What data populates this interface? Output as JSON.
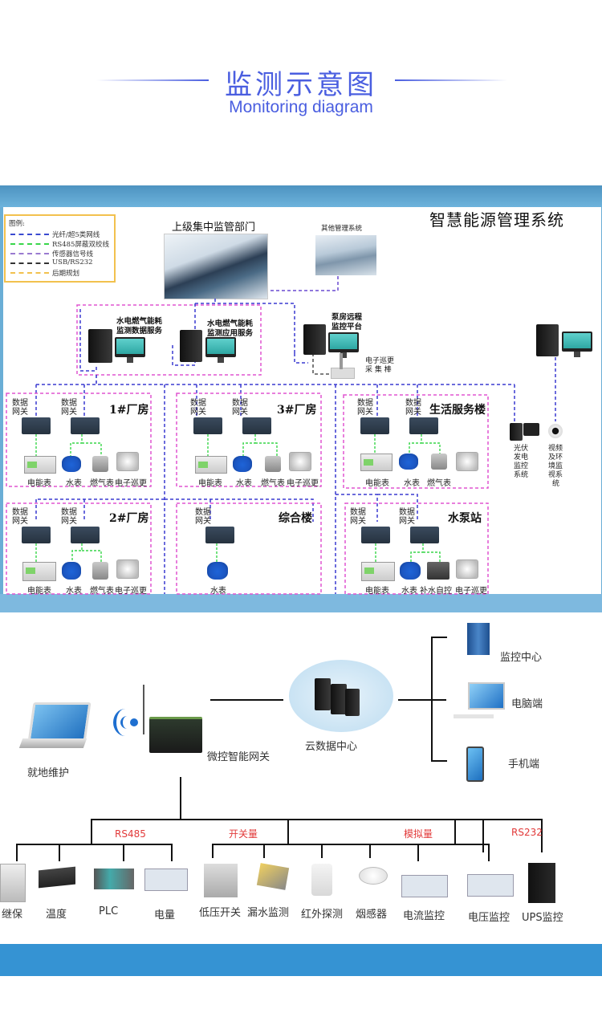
{
  "header": {
    "title": "监测示意图",
    "subtitle": "Monitoring diagram",
    "accent_color": "#4a5ee0"
  },
  "system_diagram": {
    "title": "智慧能源管理系统",
    "legend": {
      "title": "图例:",
      "items": [
        {
          "label": "光纤/超5类网线",
          "color": "#3a4ad0"
        },
        {
          "label": "RS485屏蔽双绞线",
          "color": "#39d64a"
        },
        {
          "label": "传感器信号线",
          "color": "#9a7ad0"
        },
        {
          "label": "USB/RS232",
          "color": "#333333"
        },
        {
          "label": "后期规划",
          "color": "#f2c14e"
        }
      ]
    },
    "top": {
      "central": "上级集中监管部门",
      "other": "其他管理系统"
    },
    "servers": {
      "data_service": [
        "水电燃气能耗",
        "监测数据服务"
      ],
      "app_service": [
        "水电燃气能耗",
        "监测应用服务"
      ],
      "pump_platform": [
        "泵房远程",
        "监控平台"
      ],
      "patrol_stick": [
        "电子巡更",
        "采 集 棒"
      ]
    },
    "side": {
      "pv": [
        "光伏",
        "发电",
        "监控",
        "系统"
      ],
      "video": [
        "视频",
        "及环",
        "境监",
        "视系",
        "统"
      ]
    },
    "gateway_label": [
      "数据",
      "网关"
    ],
    "buildings": [
      {
        "name": "1#厂房",
        "devices": [
          "电能表",
          "水表",
          "燃气表",
          "电子巡更"
        ]
      },
      {
        "name": "3#厂房",
        "devices": [
          "电能表",
          "水表",
          "燃气表",
          "电子巡更"
        ]
      },
      {
        "name": "生活服务楼",
        "devices": [
          "电能表",
          "水表",
          "燃气表"
        ]
      },
      {
        "name": "2#厂房",
        "devices": [
          "电能表",
          "水表",
          "燃气表",
          "电子巡更"
        ]
      },
      {
        "name": "综合楼",
        "devices": [
          "水表"
        ]
      },
      {
        "name": "水泵站",
        "devices": [
          "电能表",
          "水表",
          "补水自控",
          "电子巡更"
        ]
      }
    ]
  },
  "network_diagram": {
    "local": "就地维护",
    "gateway": "微控智能网关",
    "cloud": "云数据中心",
    "endpoints": [
      "监控中心",
      "电脑端",
      "手机端"
    ],
    "buses": [
      {
        "label": "RS485",
        "devices": [
          "继保",
          "温度",
          "PLC",
          "电量"
        ]
      },
      {
        "label": "开关量",
        "devices": [
          "低压开关",
          "漏水监测",
          "红外探测",
          "烟感器"
        ]
      },
      {
        "label": "模拟量",
        "devices": [
          "电流监控",
          "电压监控"
        ]
      },
      {
        "label": "RS232",
        "devices": [
          "UPS监控"
        ]
      }
    ],
    "bus_label_color": "#e23a3a"
  },
  "footer": {
    "band_color": "#3593d3"
  }
}
